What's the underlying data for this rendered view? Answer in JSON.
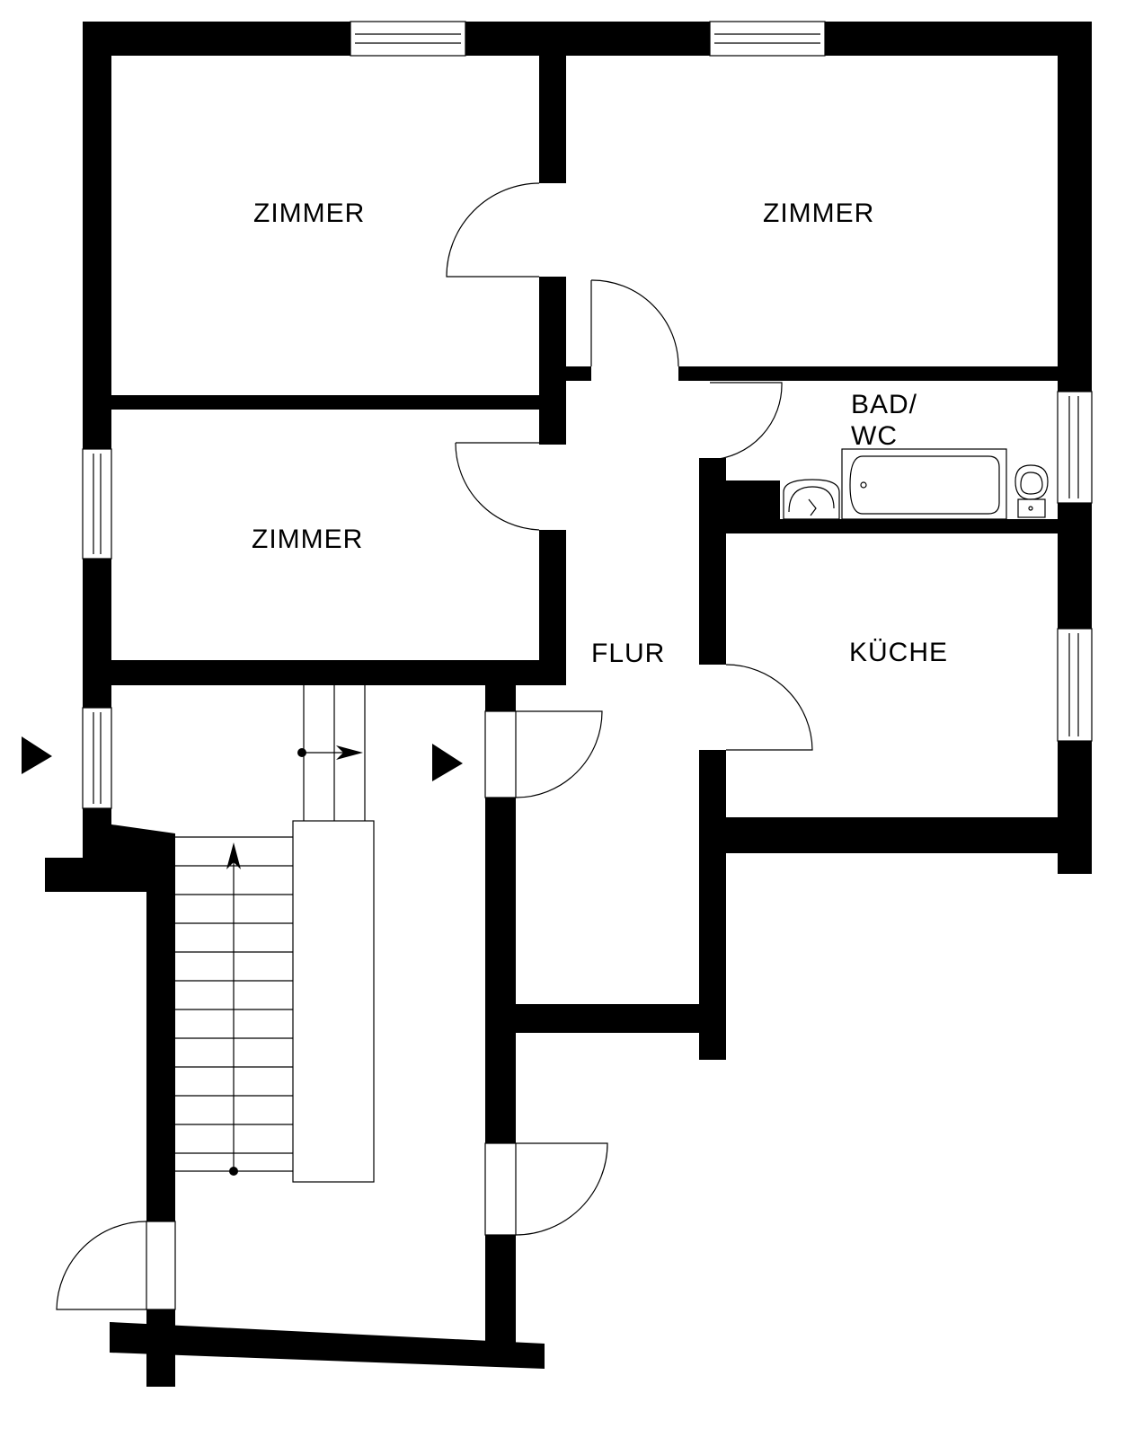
{
  "floor_plan": {
    "rooms": [
      {
        "id": "zimmer-top-left",
        "label": "ZIMMER"
      },
      {
        "id": "zimmer-top-right",
        "label": "ZIMMER"
      },
      {
        "id": "zimmer-middle-left",
        "label": "ZIMMER"
      },
      {
        "id": "bad-wc",
        "label_line1": "BAD/",
        "label_line2": "WC"
      },
      {
        "id": "flur",
        "label": "FLUR"
      },
      {
        "id": "kueche",
        "label": "KÜCHE"
      }
    ],
    "colors": {
      "wall": "#000000",
      "background": "#ffffff"
    },
    "icons": [
      "entrance-arrow-icon",
      "stair-direction-arrow-icon",
      "bathtub-icon",
      "washbasin-icon",
      "toilet-icon"
    ]
  }
}
